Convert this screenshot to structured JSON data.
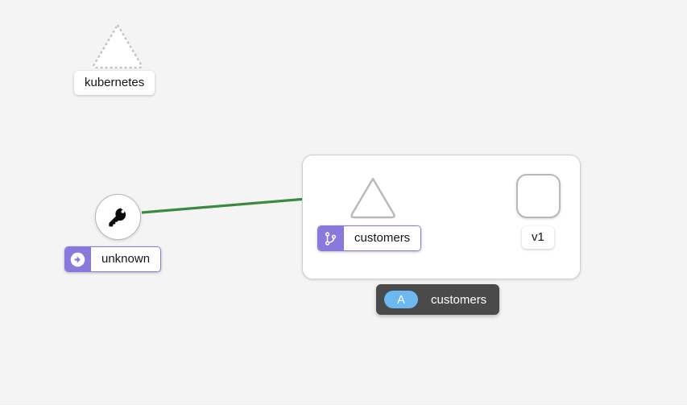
{
  "canvas": {
    "background_color": "#f4f4f4",
    "edge_color": "#3b8a3f",
    "badge_color": "#8a79dd"
  },
  "nodes": [
    {
      "id": "kubernetes",
      "label": "kubernetes",
      "shape": "triangle-dashed",
      "icon": "service-triangle-icon",
      "badge": null
    },
    {
      "id": "unknown",
      "label": "unknown",
      "shape": "circle",
      "icon": "key-icon",
      "badge": "arrow-right-circle-icon"
    },
    {
      "id": "customers-service",
      "label": "customers",
      "shape": "triangle",
      "icon": "service-triangle-icon",
      "badge": "git-branch-icon"
    },
    {
      "id": "customers-workload-v1",
      "label": "v1",
      "shape": "rounded-square",
      "icon": "workload-square-icon",
      "badge": null
    }
  ],
  "tooltip": {
    "badge": "A",
    "label": "customers"
  }
}
